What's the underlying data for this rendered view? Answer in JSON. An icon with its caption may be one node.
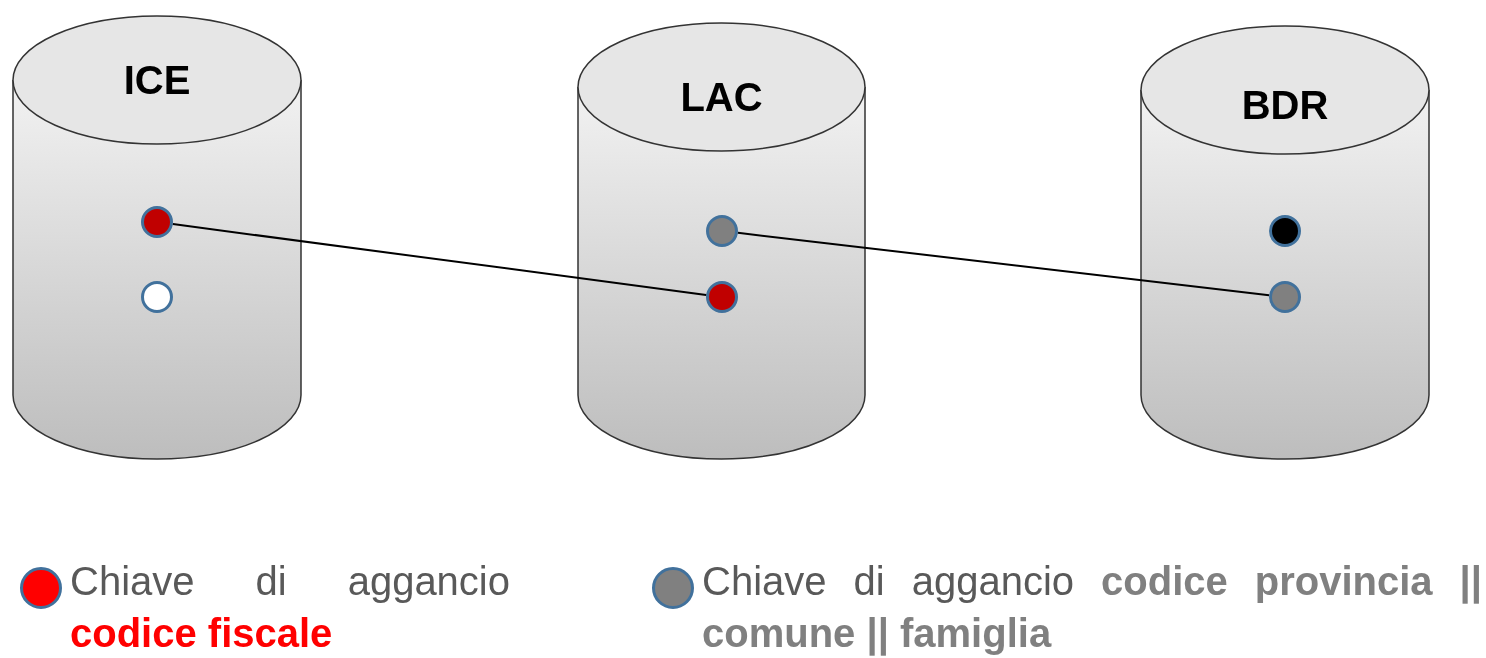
{
  "diagram": {
    "nodes": [
      {
        "text": [
          "ICE"
        ]
      },
      {
        "text": [],
        "shape": "circle",
        "in": 0
      },
      {
        "text": [],
        "shape": "circle",
        "in": 0
      },
      {
        "text": [
          "LAC"
        ]
      },
      {
        "text": [],
        "shape": "circle",
        "in": 3
      },
      {
        "text": [],
        "shape": "circle",
        "in": 3
      },
      {
        "text": [
          "BDR"
        ]
      },
      {
        "text": [],
        "shape": "circle",
        "in": 6
      },
      {
        "text": [],
        "shape": "circle",
        "in": 6
      }
    ],
    "edges": [
      {
        "from": 1,
        "to": 5,
        "arrow": "none"
      },
      {
        "from": 4,
        "to": 8,
        "arrow": "none"
      }
    ],
    "legend": [
      {
        "text": "Chiave di aggancio **codice fiscale**",
        "color": "#ff0000"
      },
      {
        "text": "Chiave di aggancio **codice provincia || comune || famiglia**",
        "color": "#808080"
      }
    ]
  }
}
